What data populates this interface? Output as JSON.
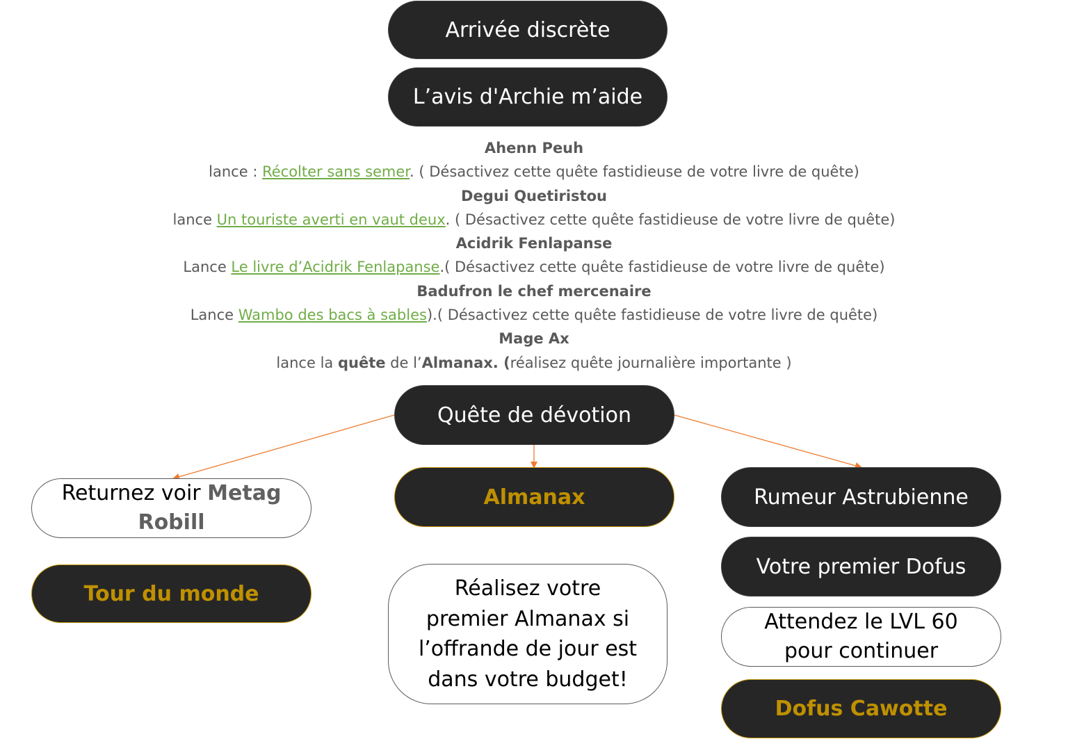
{
  "colors": {
    "node_dark": "#262626",
    "node_text_light": "#ffffff",
    "gold": "#bf9000",
    "link_green": "#70ad47",
    "body_grey": "#595959",
    "arrow_orange": "#ed7d31"
  },
  "top_nodes": [
    {
      "label": "Arrivée discrète"
    },
    {
      "label": "L’avis d'Archie m’aide"
    }
  ],
  "info": [
    {
      "npc": "Ahenn Peuh",
      "prefix": "lance : ",
      "link": "Récolter sans semer",
      "suffix": ". ( Désactivez cette quête fastidieuse de votre livre de quête)"
    },
    {
      "npc": "Degui Quetiristou",
      "prefix": "lance ",
      "link": "Un touriste averti en vaut deux",
      "suffix": ". ( Désactivez cette quête fastidieuse de votre livre de quête)"
    },
    {
      "npc": "Acidrik Fenlapanse",
      "prefix": "Lance ",
      "link": "Le livre d’Acidrik Fenlapanse",
      "suffix": ".( Désactivez cette quête fastidieuse de votre livre de quête)"
    },
    {
      "npc": "Badufron le chef mercenaire",
      "prefix": "Lance ",
      "link": "Wambo des bacs à sables",
      "suffix": ").( Désactivez cette quête fastidieuse de votre livre de quête)"
    }
  ],
  "mage": {
    "npc": "Mage Ax",
    "part1": "lance la ",
    "bold1": "quête",
    "part2": " de l’",
    "bold2": "Almanax. (",
    "part3": "réalisez quête journalière importante )"
  },
  "center_node": {
    "label": "Quête de dévotion"
  },
  "left_branch": {
    "metag_text": "Returnez voir ",
    "metag_name_1": "Metag",
    "metag_name_2": "Robill",
    "tour": "Tour du monde"
  },
  "middle_branch": {
    "almanax": "Almanax",
    "note_lines": [
      "Réalisez votre",
      "premier Almanax si",
      "l’offrande de jour est",
      "dans votre budget!"
    ]
  },
  "right_branch": {
    "rumeur": "Rumeur Astrubienne",
    "premier_dofus": "Votre premier Dofus",
    "wait_lines": [
      "Attendez le LVL 60",
      "pour continuer"
    ],
    "cawotte": "Dofus Cawotte"
  }
}
